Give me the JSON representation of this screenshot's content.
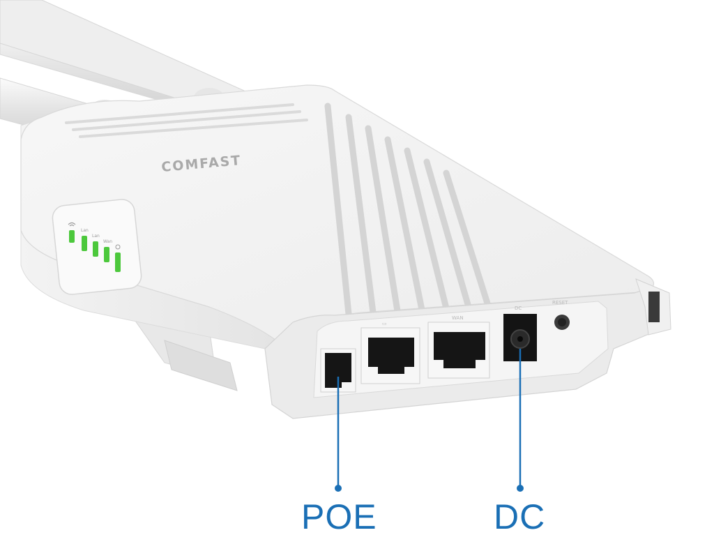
{
  "brand": {
    "logo_text": "COMFAST"
  },
  "led_panel": {
    "labels": [
      "Lan",
      "Lan",
      "Wan"
    ]
  },
  "ports": {
    "wan_mark": "WAN",
    "dc_mark": "DC",
    "reset_mark": "RESET"
  },
  "callouts": {
    "poe": "POE",
    "dc": "DC"
  },
  "colors": {
    "accent": "#1a6fb5",
    "led_green": "#4cc83c",
    "device_body": "#f4f4f4"
  }
}
